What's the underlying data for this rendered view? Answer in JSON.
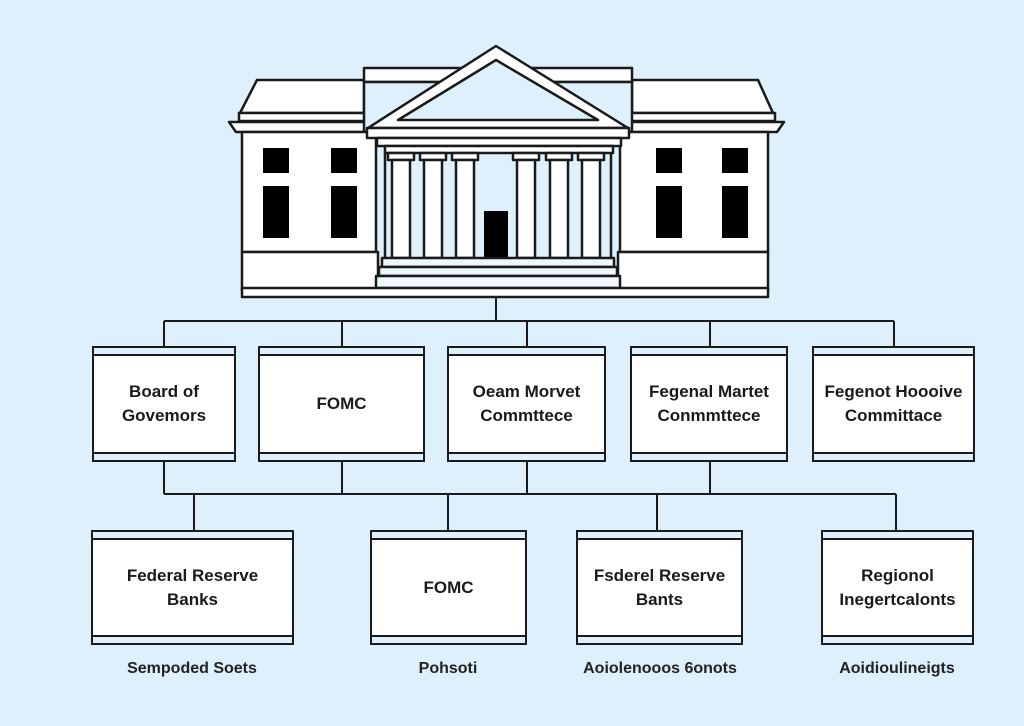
{
  "diagram": {
    "type": "org-chart",
    "top_icon": "government-building-icon",
    "colors": {
      "background": "#ddf0fb",
      "line": "#1a1a1a",
      "box_fill": "#ffffff"
    },
    "tier1": [
      {
        "label": "Board of\nGovemors"
      },
      {
        "label": "FOMC"
      },
      {
        "label": "Oeam  Morvet\nCommttece"
      },
      {
        "label": "Fegenal Martet\nConmmttece"
      },
      {
        "label": "Fegenot Hoooive\nCommittace"
      }
    ],
    "tier2": [
      {
        "label": "Federal Reserve\nBanks",
        "caption": "Sempoded Soets"
      },
      {
        "label": "FOMC",
        "caption": "Pohsoti"
      },
      {
        "label": "Fsderel Reserve\nBants",
        "caption": "Aoiolenooos 6onots"
      },
      {
        "label": "Regionol\nInegertcalonts",
        "caption": "Aoidioulineigts"
      }
    ]
  }
}
